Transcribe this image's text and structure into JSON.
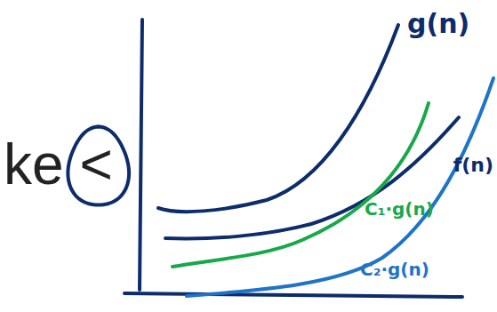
{
  "diagram": {
    "labels": [
      "ke <",
      "g(n)",
      "f(n)",
      "C₁·g(n)",
      "C₂·g(n)"
    ]
  }
}
